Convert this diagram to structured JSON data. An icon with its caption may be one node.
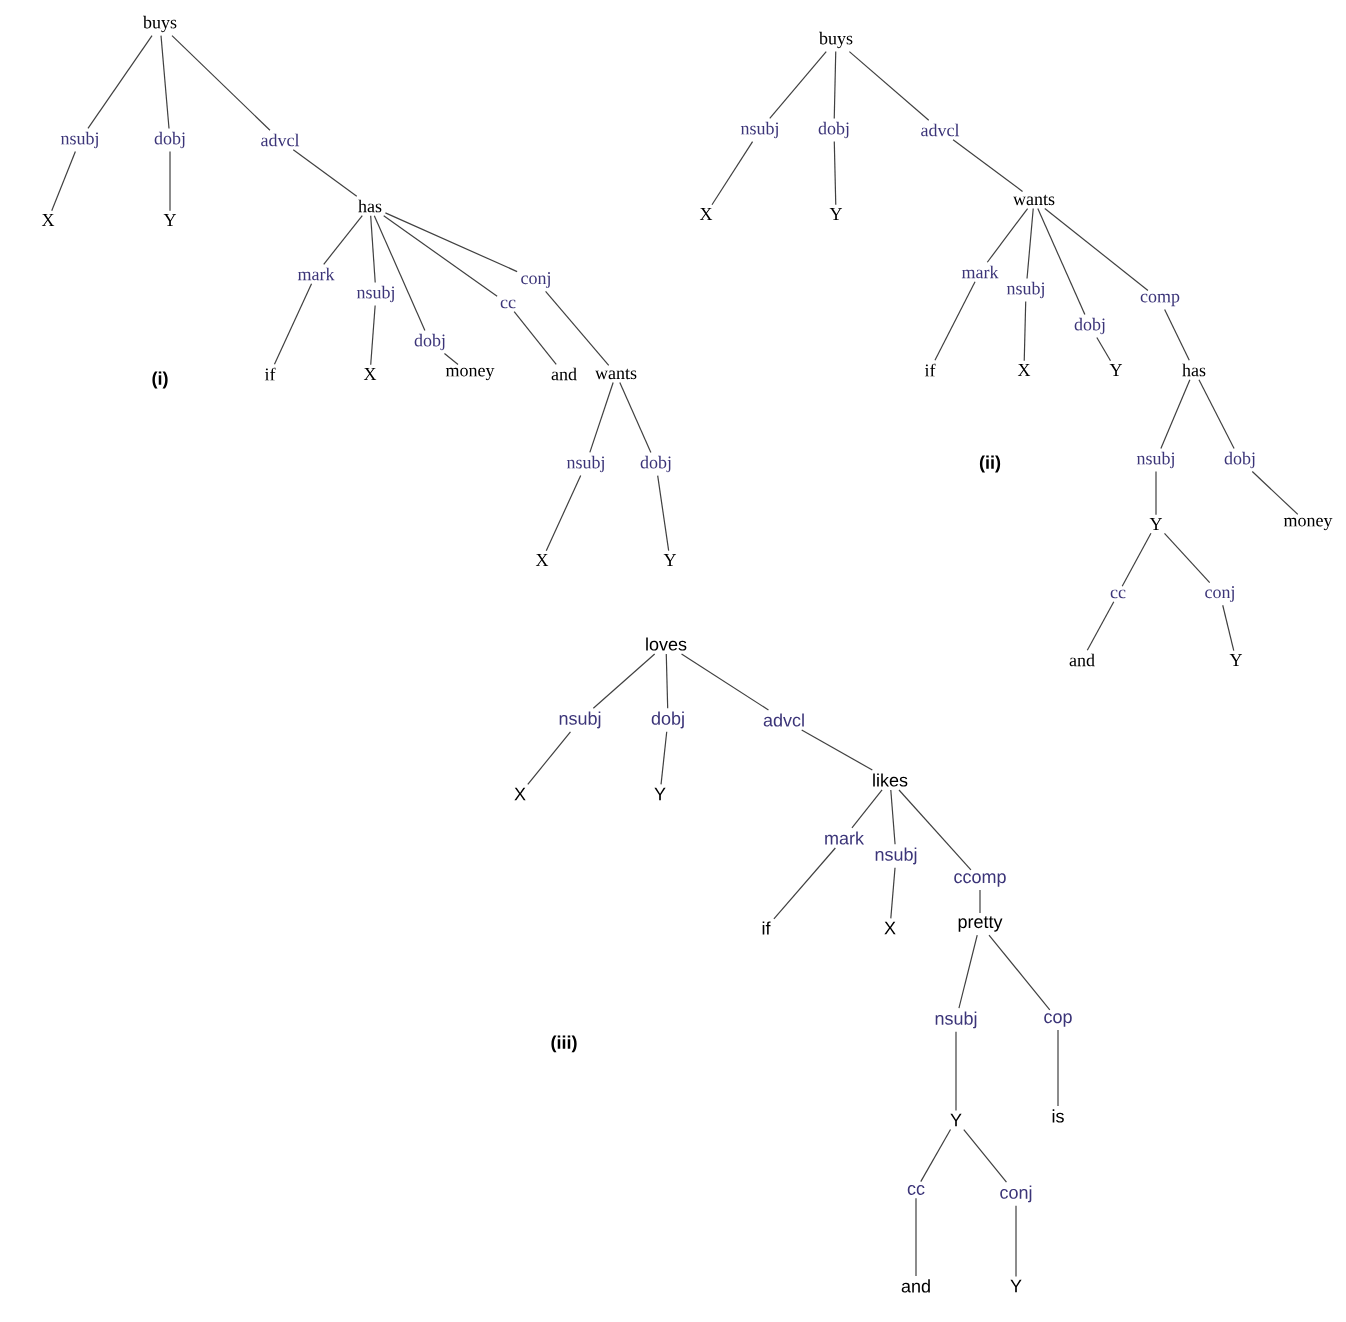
{
  "diagram": {
    "nodes": [
      {
        "text": [
          "buys"
        ]
      },
      {
        "text": [
          "nsubj"
        ]
      },
      {
        "text": [
          "dobj"
        ]
      },
      {
        "text": [
          "advcl"
        ]
      },
      {
        "text": [
          "X"
        ]
      },
      {
        "text": [
          "Y"
        ]
      },
      {
        "text": [
          "has"
        ]
      },
      {
        "text": [
          "mark"
        ]
      },
      {
        "text": [
          "nsubj"
        ]
      },
      {
        "text": [
          "dobj"
        ]
      },
      {
        "text": [
          "cc"
        ]
      },
      {
        "text": [
          "conj"
        ]
      },
      {
        "text": [
          "if"
        ]
      },
      {
        "text": [
          "X"
        ]
      },
      {
        "text": [
          "money"
        ]
      },
      {
        "text": [
          "and"
        ]
      },
      {
        "text": [
          "wants"
        ]
      },
      {
        "text": [
          "nsubj"
        ]
      },
      {
        "text": [
          "dobj"
        ]
      },
      {
        "text": [
          "X"
        ]
      },
      {
        "text": [
          "Y"
        ]
      },
      {
        "text": [
          "buys"
        ]
      },
      {
        "text": [
          "nsubj"
        ]
      },
      {
        "text": [
          "dobj"
        ]
      },
      {
        "text": [
          "advcl"
        ]
      },
      {
        "text": [
          "X"
        ]
      },
      {
        "text": [
          "Y"
        ]
      },
      {
        "text": [
          "wants"
        ]
      },
      {
        "text": [
          "mark"
        ]
      },
      {
        "text": [
          "nsubj"
        ]
      },
      {
        "text": [
          "dobj"
        ]
      },
      {
        "text": [
          "comp"
        ]
      },
      {
        "text": [
          "if"
        ]
      },
      {
        "text": [
          "X"
        ]
      },
      {
        "text": [
          "Y"
        ]
      },
      {
        "text": [
          "has"
        ]
      },
      {
        "text": [
          "nsubj"
        ]
      },
      {
        "text": [
          "dobj"
        ]
      },
      {
        "text": [
          "Y"
        ]
      },
      {
        "text": [
          "money"
        ]
      },
      {
        "text": [
          "cc"
        ]
      },
      {
        "text": [
          "conj"
        ]
      },
      {
        "text": [
          "and"
        ]
      },
      {
        "text": [
          "Y"
        ]
      },
      {
        "text": [
          "loves"
        ]
      },
      {
        "text": [
          "nsubj"
        ]
      },
      {
        "text": [
          "dobj"
        ]
      },
      {
        "text": [
          "advcl"
        ]
      },
      {
        "text": [
          "X"
        ]
      },
      {
        "text": [
          "Y"
        ]
      },
      {
        "text": [
          "likes"
        ]
      },
      {
        "text": [
          "mark"
        ]
      },
      {
        "text": [
          "nsubj"
        ]
      },
      {
        "text": [
          "ccomp"
        ]
      },
      {
        "text": [
          "if"
        ]
      },
      {
        "text": [
          "X"
        ]
      },
      {
        "text": [
          "pretty"
        ]
      },
      {
        "text": [
          "nsubj"
        ]
      },
      {
        "text": [
          "cop"
        ]
      },
      {
        "text": [
          "Y"
        ]
      },
      {
        "text": [
          "is"
        ]
      },
      {
        "text": [
          "cc"
        ]
      },
      {
        "text": [
          "conj"
        ]
      },
      {
        "text": [
          "and"
        ]
      },
      {
        "text": [
          "Y"
        ]
      }
    ],
    "edges": [
      {
        "from": 0,
        "to": 1,
        "arrow": "none"
      },
      {
        "from": 0,
        "to": 2,
        "arrow": "none"
      },
      {
        "from": 0,
        "to": 3,
        "arrow": "none"
      },
      {
        "from": 1,
        "to": 4,
        "arrow": "none"
      },
      {
        "from": 2,
        "to": 5,
        "arrow": "none"
      },
      {
        "from": 3,
        "to": 6,
        "arrow": "none"
      },
      {
        "from": 6,
        "to": 7,
        "arrow": "none"
      },
      {
        "from": 6,
        "to": 8,
        "arrow": "none"
      },
      {
        "from": 6,
        "to": 9,
        "arrow": "none"
      },
      {
        "from": 6,
        "to": 10,
        "arrow": "none"
      },
      {
        "from": 6,
        "to": 11,
        "arrow": "none"
      },
      {
        "from": 7,
        "to": 12,
        "arrow": "none"
      },
      {
        "from": 8,
        "to": 13,
        "arrow": "none"
      },
      {
        "from": 9,
        "to": 14,
        "arrow": "none"
      },
      {
        "from": 10,
        "to": 15,
        "arrow": "none"
      },
      {
        "from": 11,
        "to": 16,
        "arrow": "none"
      },
      {
        "from": 16,
        "to": 17,
        "arrow": "none"
      },
      {
        "from": 16,
        "to": 18,
        "arrow": "none"
      },
      {
        "from": 17,
        "to": 19,
        "arrow": "none"
      },
      {
        "from": 18,
        "to": 20,
        "arrow": "none"
      },
      {
        "from": 21,
        "to": 22,
        "arrow": "none"
      },
      {
        "from": 21,
        "to": 23,
        "arrow": "none"
      },
      {
        "from": 21,
        "to": 24,
        "arrow": "none"
      },
      {
        "from": 22,
        "to": 25,
        "arrow": "none"
      },
      {
        "from": 23,
        "to": 26,
        "arrow": "none"
      },
      {
        "from": 24,
        "to": 27,
        "arrow": "none"
      },
      {
        "from": 27,
        "to": 28,
        "arrow": "none"
      },
      {
        "from": 27,
        "to": 29,
        "arrow": "none"
      },
      {
        "from": 27,
        "to": 30,
        "arrow": "none"
      },
      {
        "from": 27,
        "to": 31,
        "arrow": "none"
      },
      {
        "from": 28,
        "to": 32,
        "arrow": "none"
      },
      {
        "from": 29,
        "to": 33,
        "arrow": "none"
      },
      {
        "from": 30,
        "to": 34,
        "arrow": "none"
      },
      {
        "from": 31,
        "to": 35,
        "arrow": "none"
      },
      {
        "from": 35,
        "to": 36,
        "arrow": "none"
      },
      {
        "from": 35,
        "to": 37,
        "arrow": "none"
      },
      {
        "from": 36,
        "to": 38,
        "arrow": "none"
      },
      {
        "from": 37,
        "to": 39,
        "arrow": "none"
      },
      {
        "from": 38,
        "to": 40,
        "arrow": "none"
      },
      {
        "from": 38,
        "to": 41,
        "arrow": "none"
      },
      {
        "from": 40,
        "to": 42,
        "arrow": "none"
      },
      {
        "from": 41,
        "to": 43,
        "arrow": "none"
      },
      {
        "from": 44,
        "to": 45,
        "arrow": "none"
      },
      {
        "from": 44,
        "to": 46,
        "arrow": "none"
      },
      {
        "from": 44,
        "to": 47,
        "arrow": "none"
      },
      {
        "from": 45,
        "to": 48,
        "arrow": "none"
      },
      {
        "from": 46,
        "to": 49,
        "arrow": "none"
      },
      {
        "from": 47,
        "to": 50,
        "arrow": "none"
      },
      {
        "from": 50,
        "to": 51,
        "arrow": "none"
      },
      {
        "from": 50,
        "to": 52,
        "arrow": "none"
      },
      {
        "from": 50,
        "to": 53,
        "arrow": "none"
      },
      {
        "from": 51,
        "to": 54,
        "arrow": "none"
      },
      {
        "from": 52,
        "to": 55,
        "arrow": "none"
      },
      {
        "from": 53,
        "to": 56,
        "arrow": "none"
      },
      {
        "from": 56,
        "to": 57,
        "arrow": "none"
      },
      {
        "from": 56,
        "to": 58,
        "arrow": "none"
      },
      {
        "from": 57,
        "to": 59,
        "arrow": "none"
      },
      {
        "from": 58,
        "to": 60,
        "arrow": "none"
      },
      {
        "from": 59,
        "to": 61,
        "arrow": "none"
      },
      {
        "from": 59,
        "to": 62,
        "arrow": "none"
      },
      {
        "from": 61,
        "to": 63,
        "arrow": "none"
      },
      {
        "from": 62,
        "to": 64,
        "arrow": "none"
      }
    ],
    "labels": [
      "(i)",
      "(ii)",
      "(iii)"
    ]
  }
}
